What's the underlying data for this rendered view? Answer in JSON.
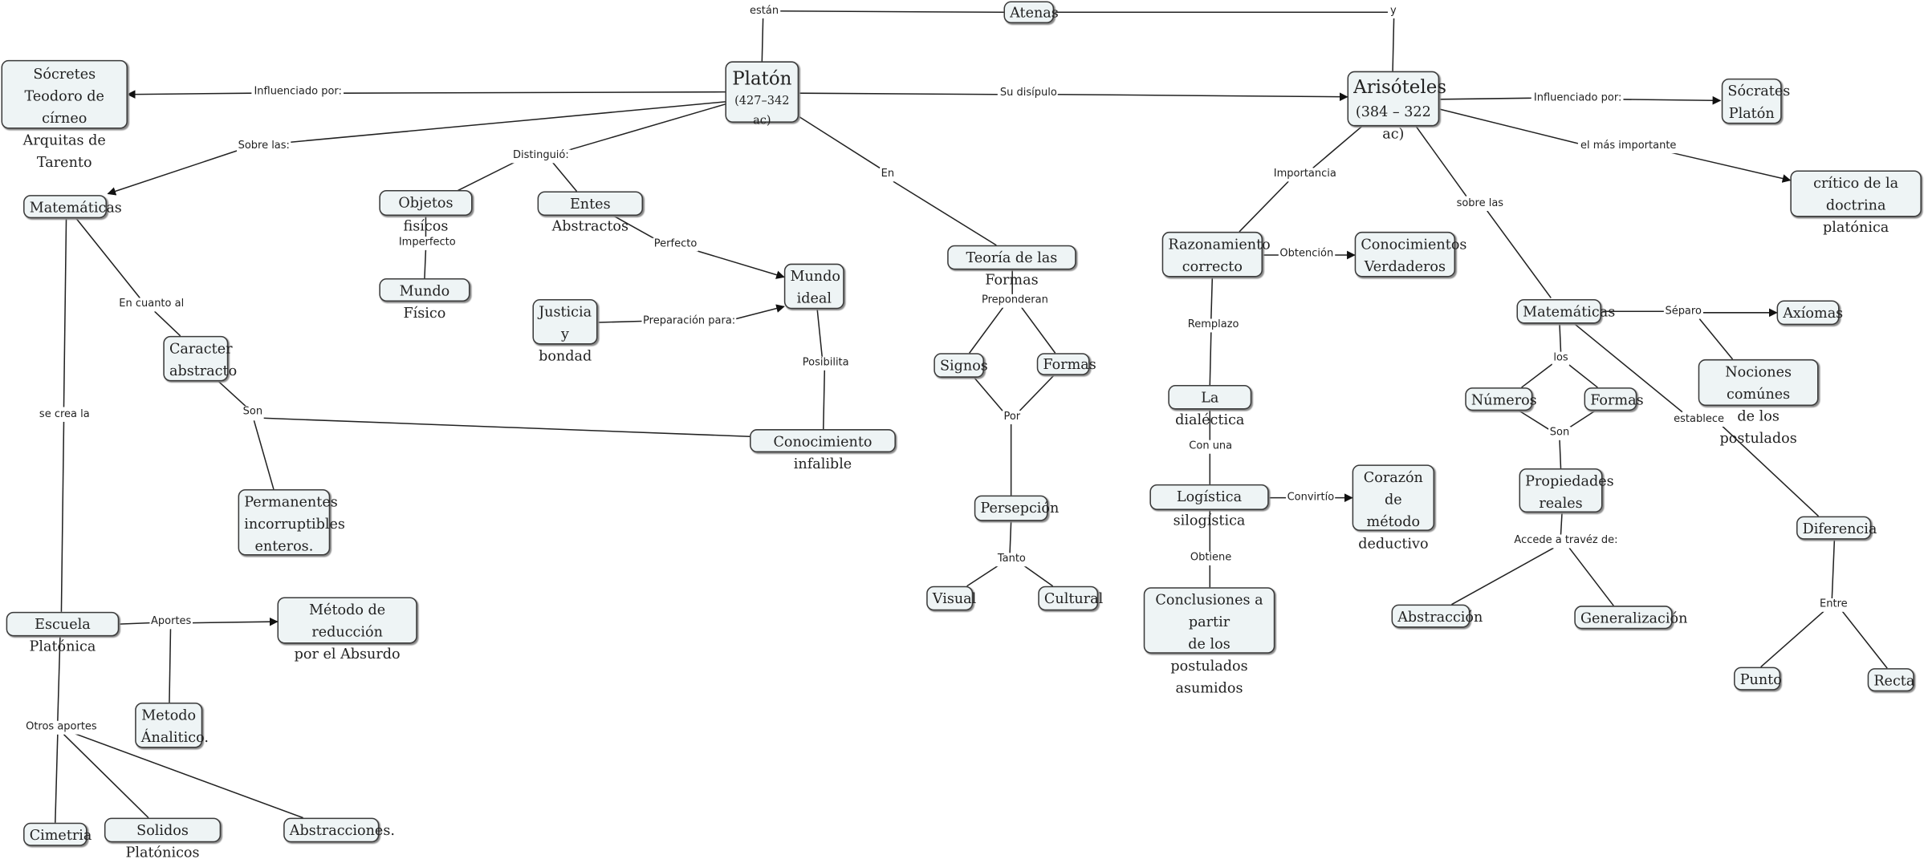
{
  "nodes": {
    "atenas": {
      "lines": [
        "Atenas"
      ]
    },
    "platon": {
      "title": "Platón",
      "dates": "(427–342 ac)"
    },
    "aristoteles": {
      "title": "Arisóteles",
      "dates": "(384 – 322 ac)"
    },
    "socrates_teodoro": {
      "lines": [
        "Sócretes",
        "Teodoro de círneo",
        "Arquitas de Tarento"
      ]
    },
    "socrates_platon": {
      "lines": [
        "Sócrates",
        "Platón"
      ]
    },
    "critico": {
      "lines": [
        "crítico de la doctrina",
        "platónica"
      ]
    },
    "matematicas_p": {
      "lines": [
        "Matemáticas"
      ]
    },
    "objetos_fisicos": {
      "lines": [
        "Objetos fisícos"
      ]
    },
    "entes_abstractos": {
      "lines": [
        "Entes Abstractos"
      ]
    },
    "mundo_fisico": {
      "lines": [
        "Mundo Físico"
      ]
    },
    "mundo_ideal": {
      "lines": [
        "Mundo",
        "ideal"
      ]
    },
    "justicia": {
      "lines": [
        "Justicia y",
        "bondad"
      ]
    },
    "caracter": {
      "lines": [
        "Caracter",
        "abstracto"
      ]
    },
    "conocimiento_inf": {
      "lines": [
        "Conocimiento infalible"
      ]
    },
    "permanentes": {
      "lines": [
        "Permanentes",
        "incorruptibles",
        "enteros."
      ]
    },
    "teoria_formas": {
      "lines": [
        "Teoría de las Formas"
      ]
    },
    "signos": {
      "lines": [
        "Signos"
      ]
    },
    "formas_p": {
      "lines": [
        "Formas"
      ]
    },
    "persepcion": {
      "lines": [
        "Persepción"
      ]
    },
    "visual": {
      "lines": [
        "Visual"
      ]
    },
    "cultural": {
      "lines": [
        "Cultural"
      ]
    },
    "escuela": {
      "lines": [
        "Escuela Platónica"
      ]
    },
    "metodo_reduccion": {
      "lines": [
        "Método de reducción",
        "por el Absurdo"
      ]
    },
    "metodo_analitico": {
      "lines": [
        "Metodo",
        "Ánalitico."
      ]
    },
    "cimetria": {
      "lines": [
        "Cimetria"
      ]
    },
    "solidos": {
      "lines": [
        "Solidos Platónicos"
      ]
    },
    "abstracciones": {
      "lines": [
        "Abstracciones."
      ]
    },
    "razonamiento": {
      "lines": [
        "Razonamiento",
        "correcto"
      ]
    },
    "conocimientos_v": {
      "lines": [
        "Conocimientos",
        "Verdaderos"
      ]
    },
    "dialectica": {
      "lines": [
        "La dialéctica"
      ]
    },
    "logistica": {
      "lines": [
        "Logística silogística"
      ]
    },
    "corazon": {
      "lines": [
        "Corazón de",
        "método",
        "deductivo"
      ]
    },
    "conclusiones": {
      "lines": [
        "Conclusiones a partir",
        "de los postulados",
        "asumidos"
      ]
    },
    "matematicas_a": {
      "lines": [
        "Matemáticas"
      ]
    },
    "axiomas": {
      "lines": [
        "Axíomas"
      ]
    },
    "nociones": {
      "lines": [
        "Nociones comúnes",
        "de los postulados"
      ]
    },
    "numeros": {
      "lines": [
        "Números"
      ]
    },
    "formas_a": {
      "lines": [
        "Formas"
      ]
    },
    "propiedades": {
      "lines": [
        "Propiedades",
        "reales"
      ]
    },
    "abstraccion": {
      "lines": [
        "Abstracción"
      ]
    },
    "generalizacion": {
      "lines": [
        "Generalización"
      ]
    },
    "diferencia": {
      "lines": [
        "Diferencia"
      ]
    },
    "punto": {
      "lines": [
        "Punto"
      ]
    },
    "recta": {
      "lines": [
        "Recta"
      ]
    }
  },
  "links": {
    "estan": "están",
    "y": "y",
    "influenciado_p": "Influenciado por:",
    "su_discipulo": "Su disípulo",
    "influenciado_a": "Influenciado por:",
    "el_mas_importante": "el más importante",
    "sobre_las_p": "Sobre las:",
    "distinguio": "Distinguió:",
    "en": "En",
    "imperfecto": "Imperfecto",
    "perfecto": "Perfecto",
    "preparacion": "Preparación para:",
    "posibilita": "Posibilita",
    "en_cuanto_al": "En cuanto al",
    "son_p": "Son",
    "se_crea_la": "se crea la",
    "preponderan": "Preponderan",
    "por": "Por",
    "tanto": "Tanto",
    "aportes": "Aportes",
    "otros_aportes": "Otros aportes",
    "importancia": "Importancia",
    "obtencion": "Obtención",
    "remplazo": "Remplazo",
    "con_una": "Con una",
    "convirtio": "Convirtío",
    "obtiene": "Obtiene",
    "sobre_las_a": "sobre las",
    "separo": "Séparo",
    "los": "los",
    "son_a": "Son",
    "accede": "Accede a travéz de:",
    "establece": "establece",
    "entre": "Entre"
  }
}
